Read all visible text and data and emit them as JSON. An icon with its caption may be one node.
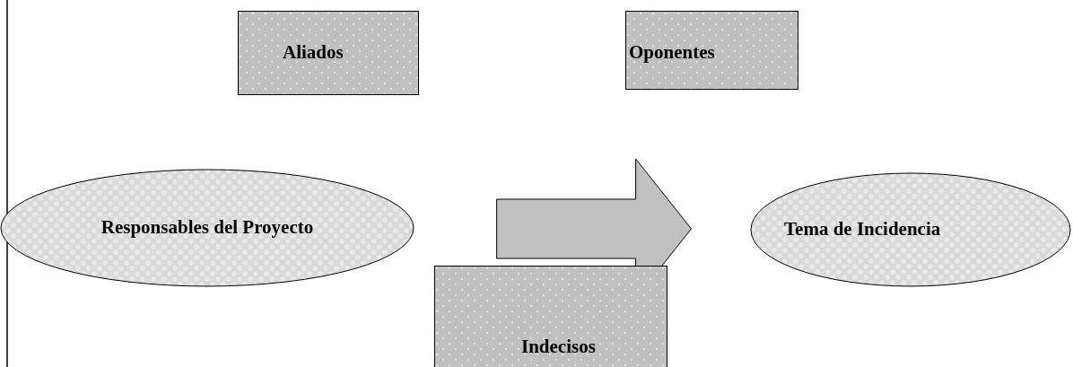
{
  "diagram": {
    "nodes": [
      {
        "text": [
          "Aliados"
        ]
      },
      {
        "text": [
          "Oponentes"
        ]
      },
      {
        "text": [
          "Responsables del Proyecto"
        ]
      },
      {
        "text": [
          "Tema de Incidencia"
        ]
      },
      {
        "text": [
          "Indecisos"
        ]
      }
    ],
    "edges": [
      {
        "from": 2,
        "to": 3,
        "arrow": "to",
        "style": "thick"
      }
    ]
  }
}
